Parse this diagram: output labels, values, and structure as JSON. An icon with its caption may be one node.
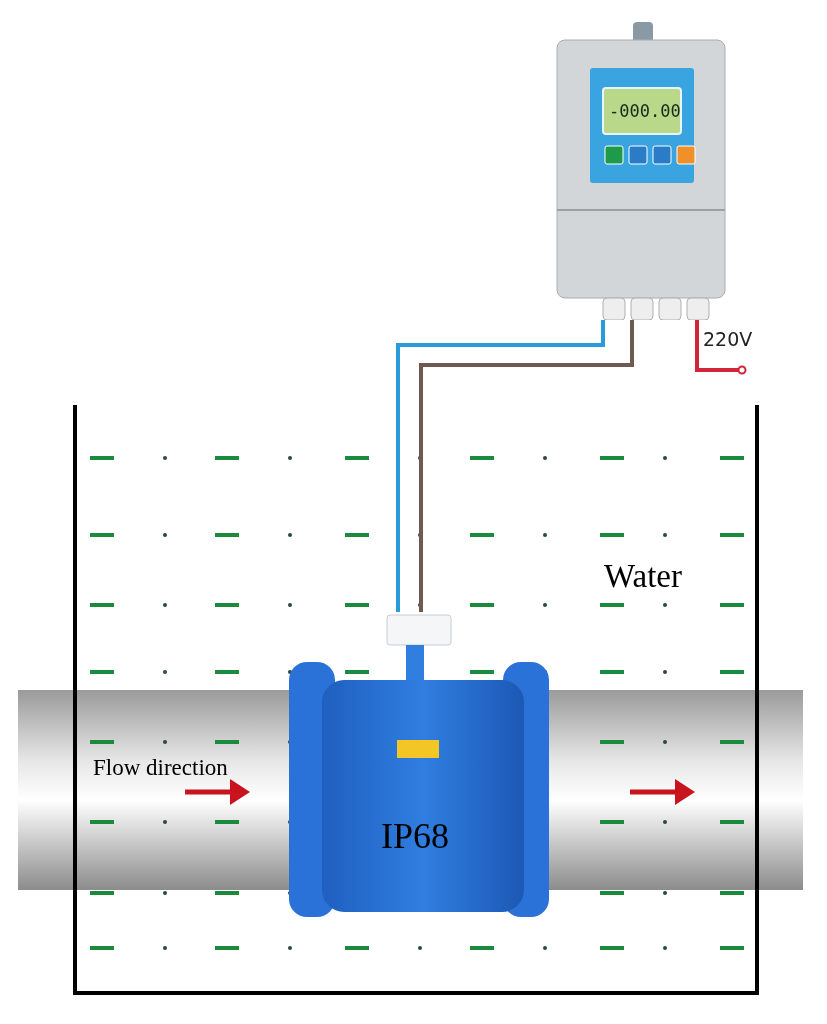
{
  "diagram": {
    "nodes": [
      {
        "text": [],
        "shape": "picture"
      },
      {
        "text": [
          "Water"
        ]
      },
      {
        "text": [
          "IP68"
        ],
        "in": 1
      },
      {
        "text": [
          "220V"
        ]
      }
    ],
    "edges": [
      {
        "from": 0,
        "to": 2,
        "arrow": "none",
        "color": "#2a9ad8"
      },
      {
        "from": 0,
        "to": 2,
        "arrow": "none",
        "color": "#6e5a50"
      },
      {
        "from": 0,
        "to": 3,
        "arrow": "other",
        "color": "#d0263a"
      }
    ],
    "labels": [
      "-000.00",
      "Flow direction"
    ]
  }
}
